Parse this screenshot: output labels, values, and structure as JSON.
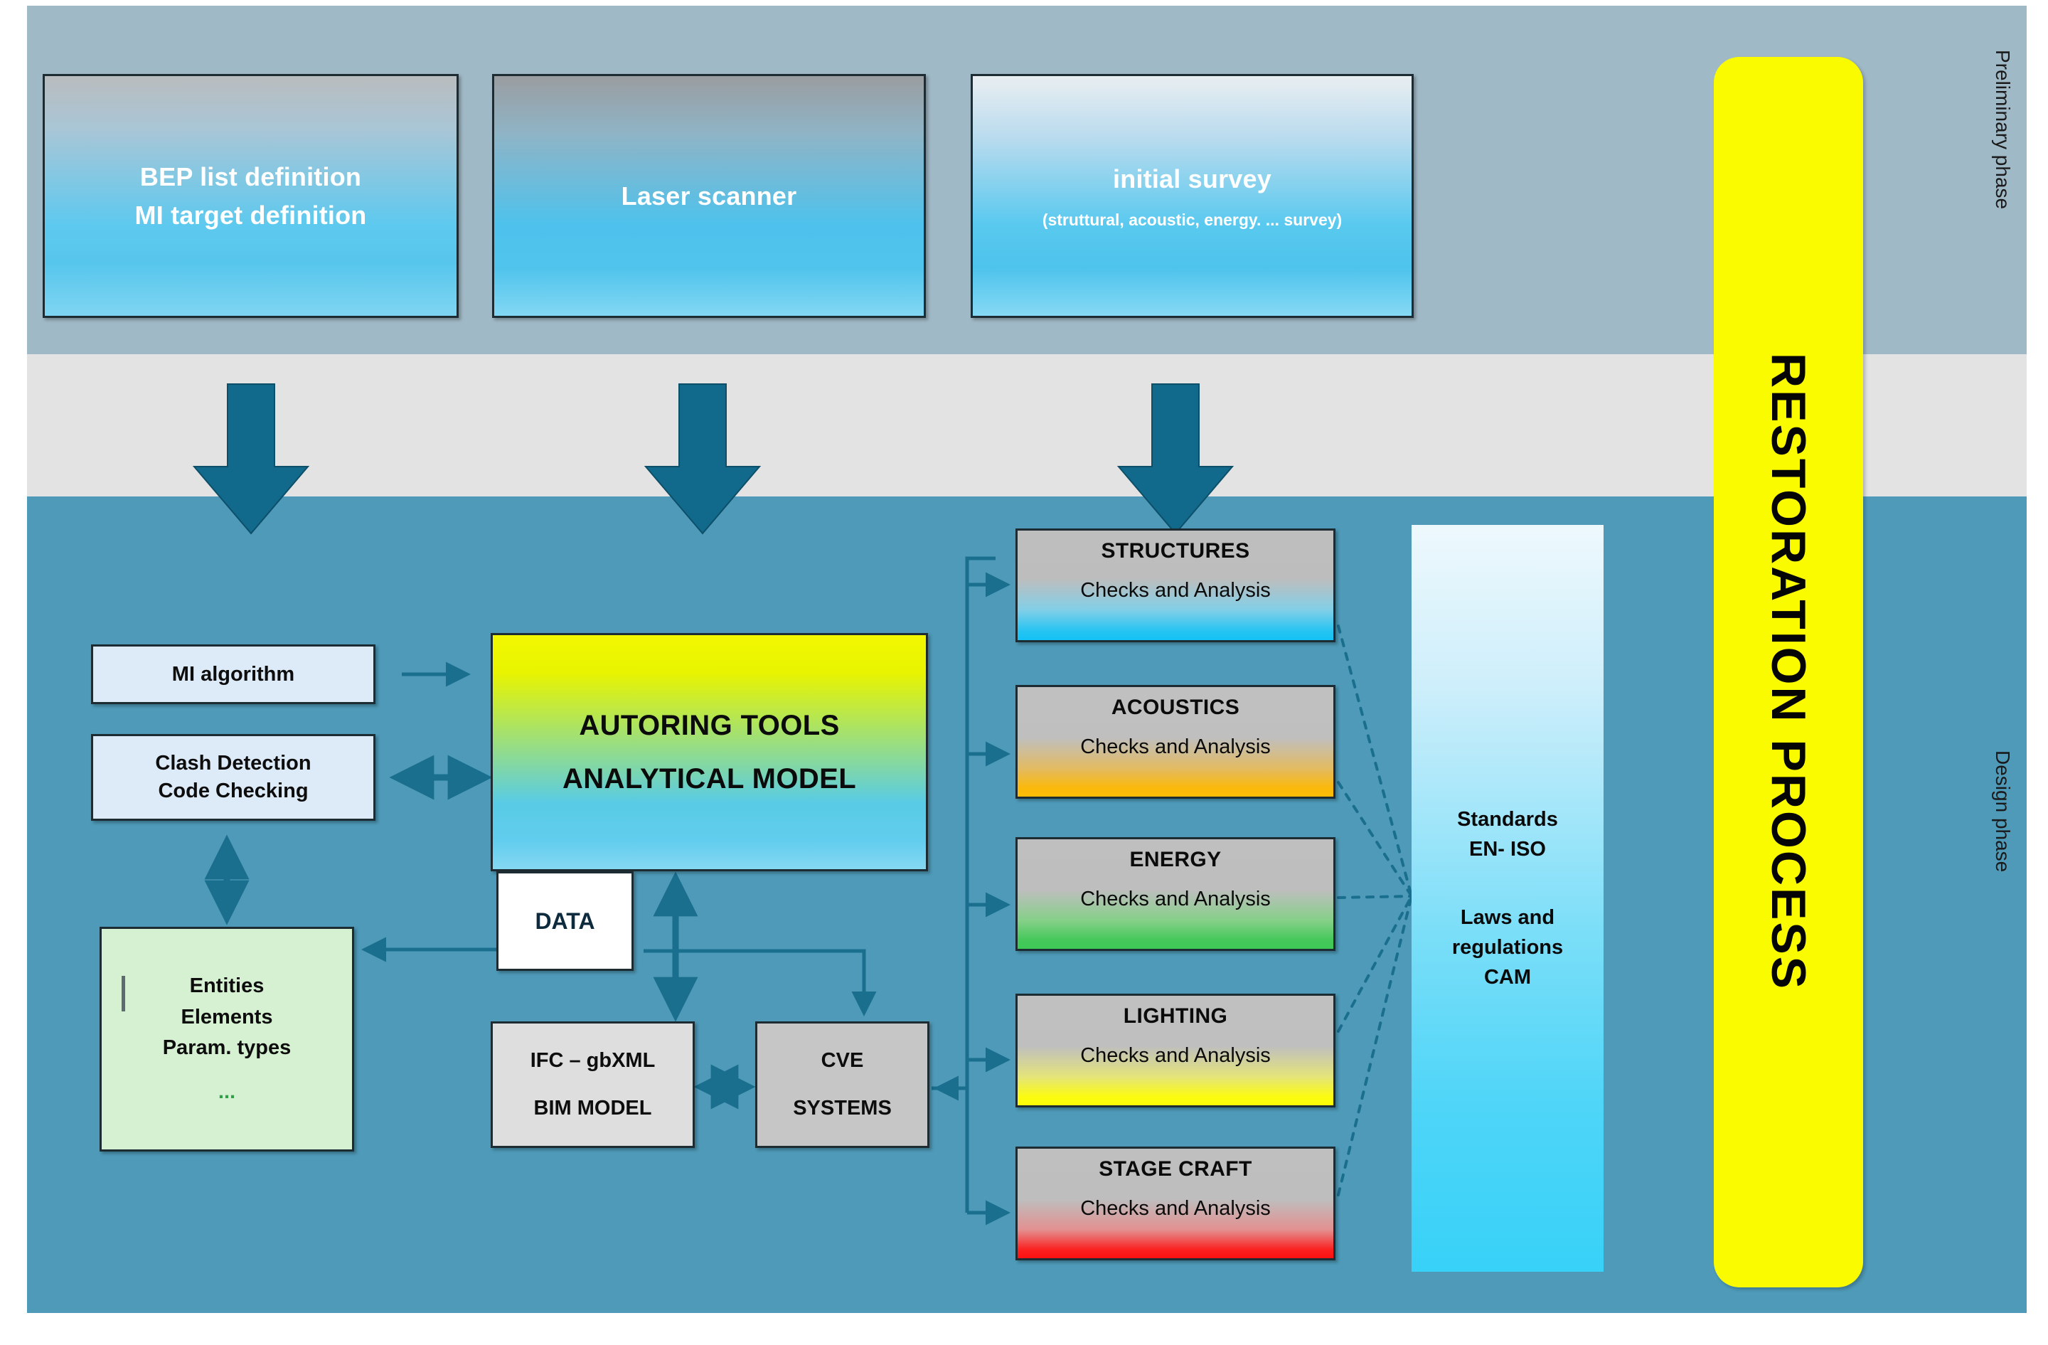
{
  "phases": {
    "preliminary_label": "Preliminary phase",
    "design_label": "Design phase"
  },
  "restoration": {
    "label": "RESTORATION PROCESS",
    "color": "#fbfb00"
  },
  "preliminary": {
    "boxes": [
      {
        "name": "bep",
        "line1": "BEP list definition",
        "line2": "MI target definition",
        "sub": ""
      },
      {
        "name": "laser",
        "line1": "Laser scanner",
        "line2": "",
        "sub": ""
      },
      {
        "name": "survey",
        "line1": "initial survey",
        "line2": "",
        "sub": "(struttural, acoustic, energy. ... survey)"
      }
    ]
  },
  "design": {
    "mi_algorithm": "MI algorithm",
    "clash": {
      "line1": "Clash Detection",
      "line2": "Code Checking"
    },
    "entities": {
      "line1": "Entities",
      "line2": "Elements",
      "line3": "Param. types",
      "dots": "..."
    },
    "autoring": {
      "line1": "AUTORING TOOLS",
      "line2": "ANALYTICAL MODEL"
    },
    "data": "DATA",
    "ifc": {
      "line1": "IFC – gbXML",
      "line2": "BIM MODEL"
    },
    "cve": {
      "line1": "CVE",
      "line2": "SYSTEMS"
    },
    "check_label": "Checks and Analysis",
    "domains": [
      {
        "name": "structures",
        "title": "STRUCTURES",
        "check": "Checks and Analysis",
        "accent": "#14c2f5"
      },
      {
        "name": "acoustics",
        "title": "ACOUSTICS",
        "check": "Checks and Analysis",
        "accent": "#fcbd06"
      },
      {
        "name": "energy",
        "title": "ENERGY",
        "check": "Checks and Analysis",
        "accent": "#3ec955"
      },
      {
        "name": "lighting",
        "title": "LIGHTING",
        "check": "Checks and Analysis",
        "accent": "#fcfc06"
      },
      {
        "name": "stagecraft",
        "title": "STAGE CRAFT",
        "check": "Checks and Analysis",
        "accent": "#fc1111"
      }
    ],
    "standards": {
      "line1": "Standards",
      "line2": "EN- ISO",
      "line3": "Laws and",
      "line4": "regulations",
      "line5": "CAM"
    }
  },
  "colors": {
    "preliminary_band": "#a0b9c6",
    "gap_band": "#e3e3e3",
    "design_band": "#4e9ab8",
    "arrow": "#116a8c",
    "wire": "#1a6e8e"
  }
}
